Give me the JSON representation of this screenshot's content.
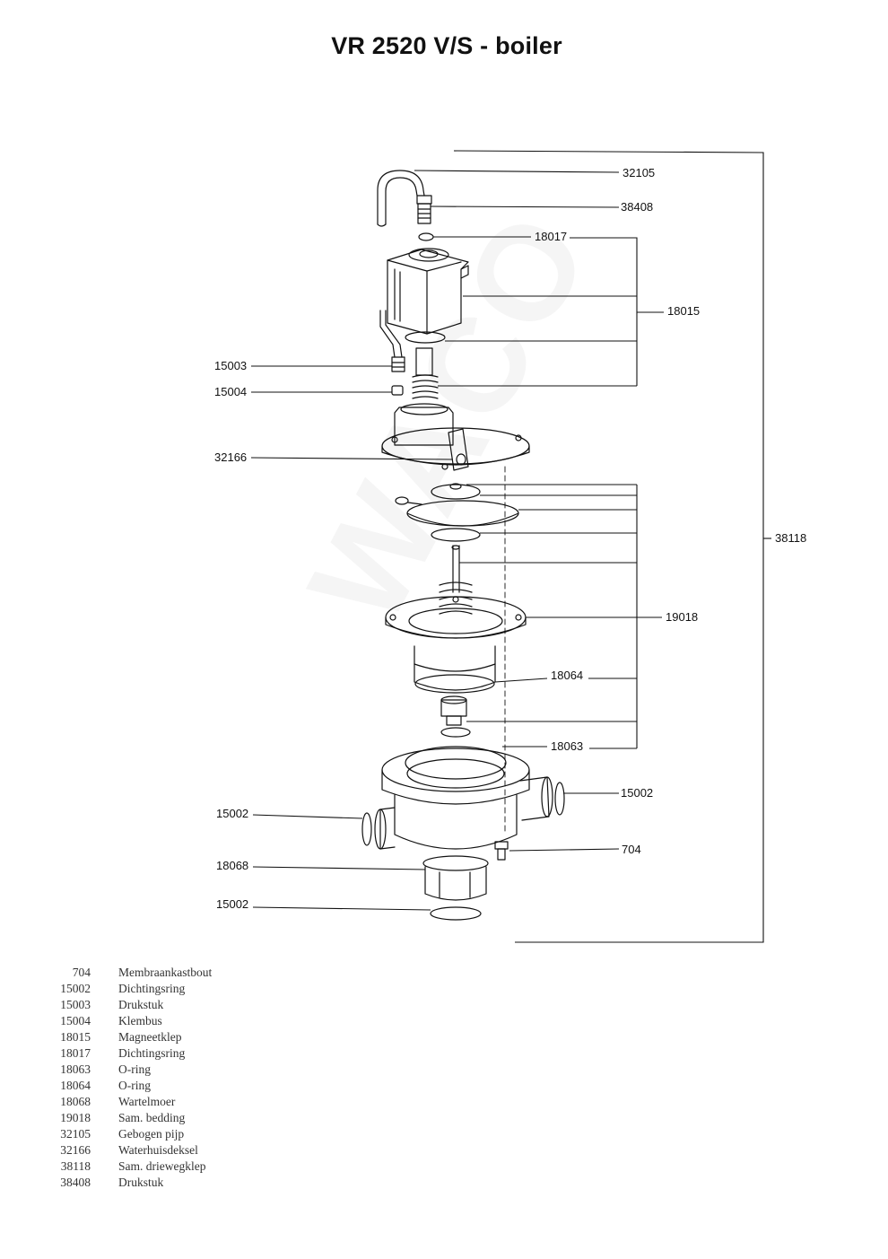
{
  "title": "VR 2520 V/S - boiler",
  "watermark": "WACO",
  "callouts": {
    "c32105": "32105",
    "c38408": "38408",
    "c18017": "18017",
    "c18015": "18015",
    "c15003": "15003",
    "c15004": "15004",
    "c32166": "32166",
    "c38118": "38118",
    "c19018": "19018",
    "c18064": "18064",
    "c18063": "18063",
    "c15002_right": "15002",
    "c15002_left": "15002",
    "c704": "704",
    "c18068": "18068",
    "c15002_bottom": "15002"
  },
  "legend": [
    {
      "number": "704",
      "description": "Membraankastbout"
    },
    {
      "number": "15002",
      "description": "Dichtingsring"
    },
    {
      "number": "15003",
      "description": "Drukstuk"
    },
    {
      "number": "15004",
      "description": "Klembus"
    },
    {
      "number": "18015",
      "description": "Magneetklep"
    },
    {
      "number": "18017",
      "description": "Dichtingsring"
    },
    {
      "number": "18063",
      "description": "O-ring"
    },
    {
      "number": "18064",
      "description": "O-ring"
    },
    {
      "number": "18068",
      "description": "Wartelmoer"
    },
    {
      "number": "19018",
      "description": "Sam. bedding"
    },
    {
      "number": "32105",
      "description": "Gebogen pijp"
    },
    {
      "number": "32166",
      "description": "Waterhuisdeksel"
    },
    {
      "number": "38118",
      "description": "Sam. driewegklep"
    },
    {
      "number": "38408",
      "description": "Drukstuk"
    }
  ]
}
